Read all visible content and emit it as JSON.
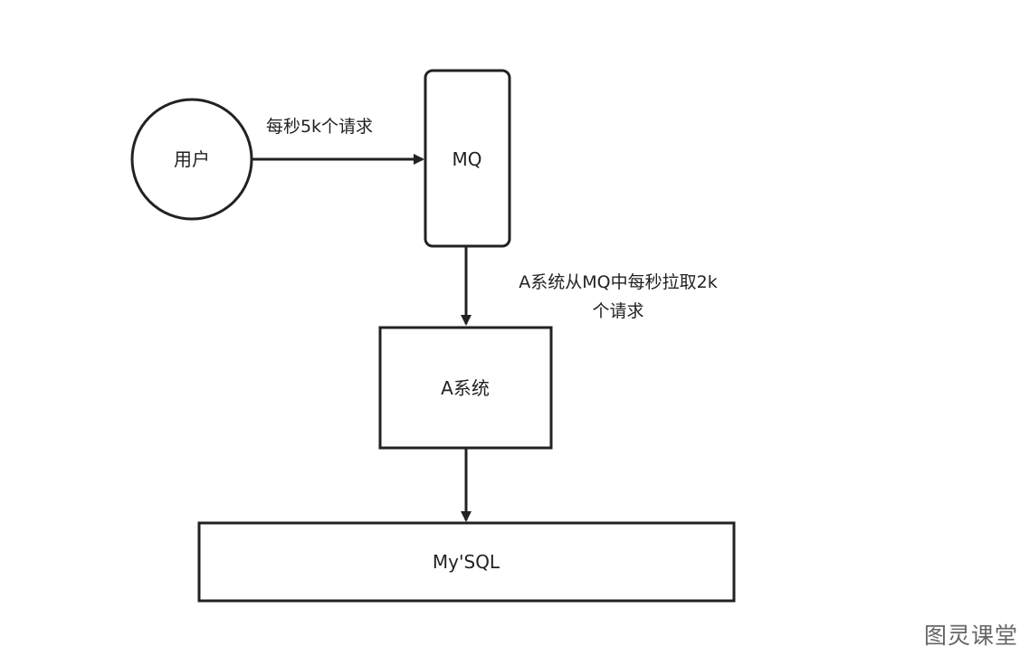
{
  "diagram": {
    "nodes": {
      "user": "用户",
      "mq": "MQ",
      "system_a": "A系统",
      "mysql": "My'SQL"
    },
    "edges": {
      "user_to_mq": "每秒5k个请求",
      "mq_to_a_line1": "A系统从MQ中每秒拉取2k",
      "mq_to_a_line2": "个请求"
    },
    "watermark": "图灵课堂"
  }
}
